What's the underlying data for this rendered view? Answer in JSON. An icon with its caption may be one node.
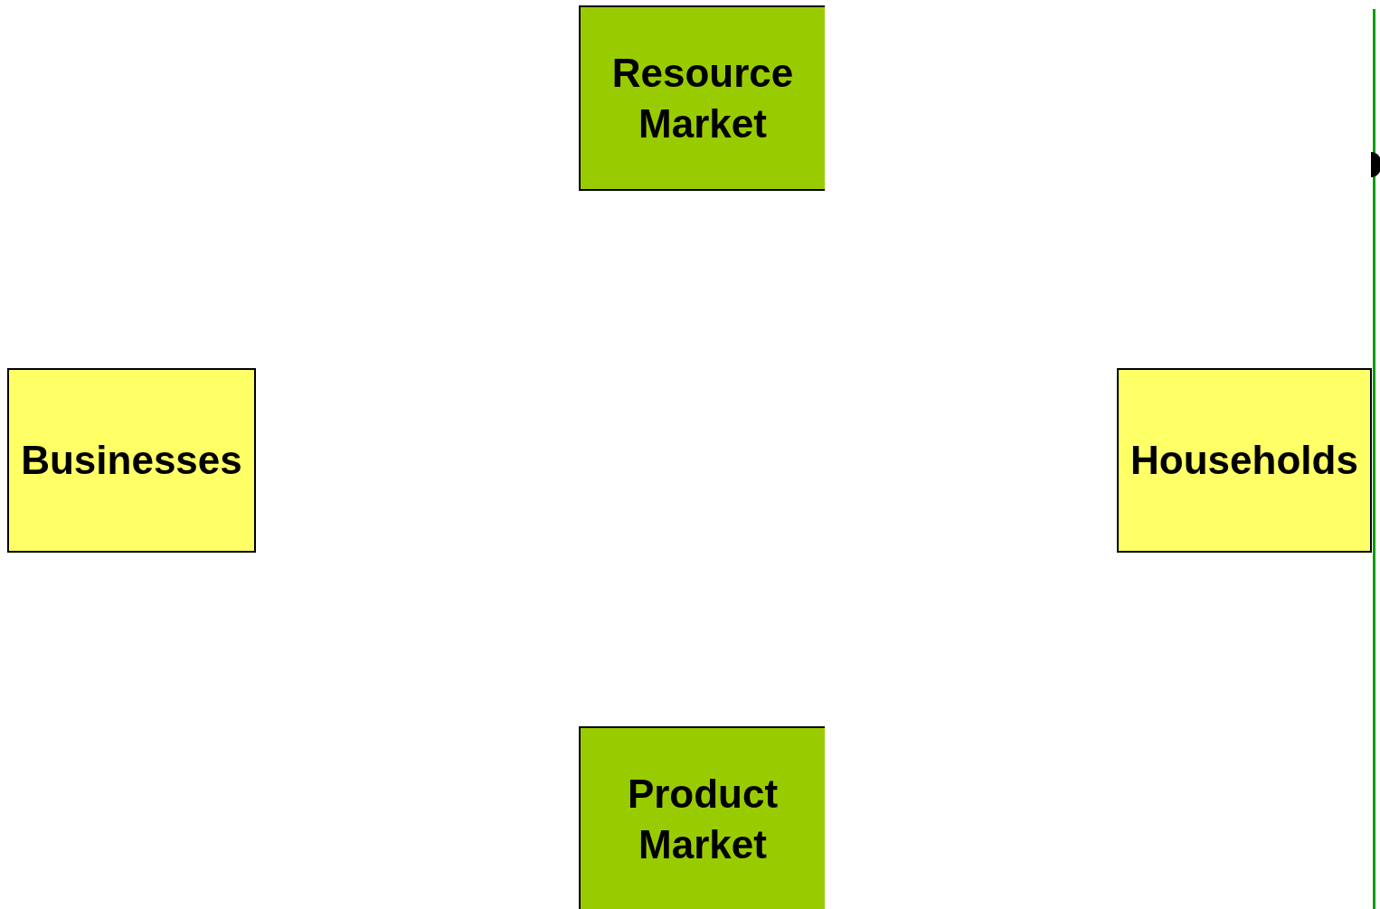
{
  "diagram": {
    "nodes": [
      {
        "text": [
          "Resource Market"
        ]
      },
      {
        "text": [
          "Businesses"
        ]
      },
      {
        "text": [
          "Households"
        ]
      },
      {
        "text": [
          "Product Market"
        ]
      }
    ]
  }
}
